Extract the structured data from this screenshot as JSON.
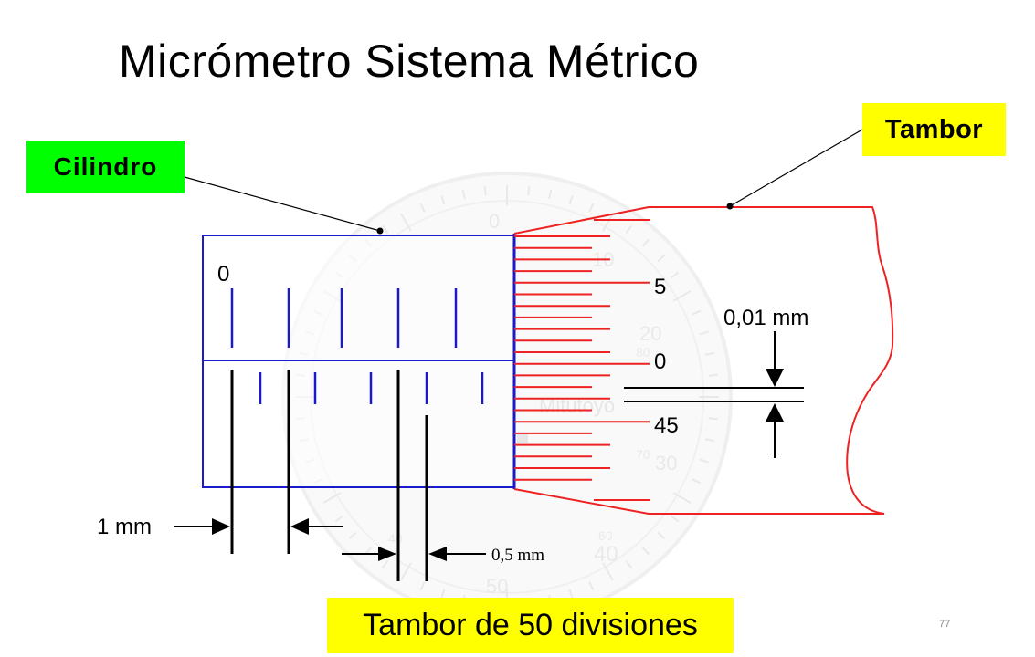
{
  "title": "Micrómetro Sistema Métrico",
  "labels": {
    "cilindro": "Cilindro",
    "tambor": "Tambor",
    "tambor_divisiones": "Tambor de 50 divisiones"
  },
  "sleeve_scale": {
    "zero": "0"
  },
  "thimble_scale": {
    "upper": "5",
    "middle": "0",
    "lower": "45"
  },
  "measurements": {
    "thimble_step": "0,01 mm",
    "main_division": "1 mm",
    "half_division": "0,5 mm"
  },
  "background_dial": {
    "numbers": [
      "0",
      "10",
      "20",
      "80",
      "70",
      "30",
      "40",
      "40",
      "60",
      "50"
    ],
    "brand_text": "Mitutoyo"
  },
  "colors": {
    "cylinder": "#1a1acc",
    "thimble": "#ee2222",
    "cilindro_label": "#00ff00",
    "tambor_label": "#ffff00"
  },
  "slide_number": "77"
}
